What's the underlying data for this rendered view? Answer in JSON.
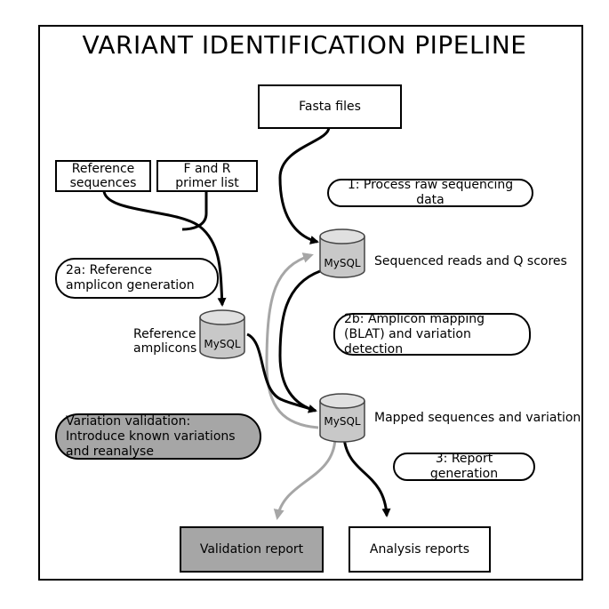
{
  "title": "VARIANT IDENTIFICATION PIPELINE",
  "nodes": {
    "fasta": "Fasta files",
    "refseq": "Reference sequences",
    "primers": "F and R primer list",
    "validation_report": "Validation report",
    "analysis_reports": "Analysis reports"
  },
  "steps": {
    "step1": "1: Process raw sequencing data",
    "step2a": "2a: Reference amplicon generation",
    "step2b": "2b: Amplicon mapping (BLAT) and variation detection",
    "step3": "3: Report generation",
    "validation": "Variation validation: Introduce known variations and reanalyse"
  },
  "databases": {
    "db_label": "MySQL",
    "reads": "Sequenced reads and Q scores",
    "amplicons": "Reference amplicons",
    "mapped": "Mapped sequences and variation"
  },
  "colors": {
    "grey_fill": "#a6a6a6",
    "grey_arrow": "#a6a6a6",
    "line": "#000000"
  }
}
